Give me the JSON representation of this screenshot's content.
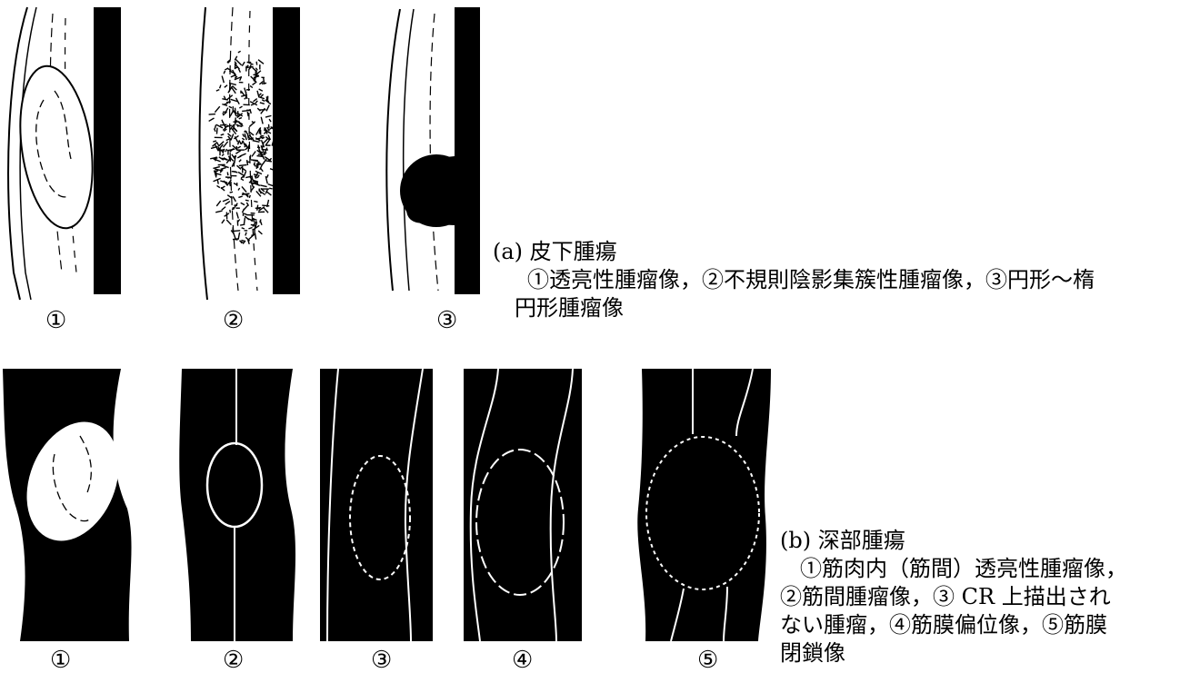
{
  "section_a": {
    "caption_title": "(a) 皮下腫瘍",
    "caption_line1": "①透亮性腫瘤像，②不規則陰影集簇性腫瘤像，③円形～楕",
    "caption_line2": "円形腫瘤像",
    "panels": [
      {
        "label": "①",
        "depicts": "radiolucent-tumor"
      },
      {
        "label": "②",
        "depicts": "irregular-clustered-shadow-tumor"
      },
      {
        "label": "③",
        "depicts": "round-to-oval-tumor"
      }
    ]
  },
  "section_b": {
    "caption_title": "(b) 深部腫瘍",
    "caption_line1": "①筋肉内（筋間）透亮性腫瘤像，",
    "caption_line2": "②筋間腫瘤像，③ CR 上描出され",
    "caption_line3": "ない腫瘤，④筋膜偏位像，⑤筋膜",
    "caption_line4": "閉鎖像",
    "panels": [
      {
        "label": "①",
        "depicts": "intramuscular-radiolucent-tumor"
      },
      {
        "label": "②",
        "depicts": "intermuscular-tumor"
      },
      {
        "label": "③",
        "depicts": "tumor-not-visible-on-cr"
      },
      {
        "label": "④",
        "depicts": "fascia-displacement"
      },
      {
        "label": "⑤",
        "depicts": "fascia-closure"
      }
    ]
  },
  "colors": {
    "ink": "#000000",
    "paper": "#ffffff"
  }
}
